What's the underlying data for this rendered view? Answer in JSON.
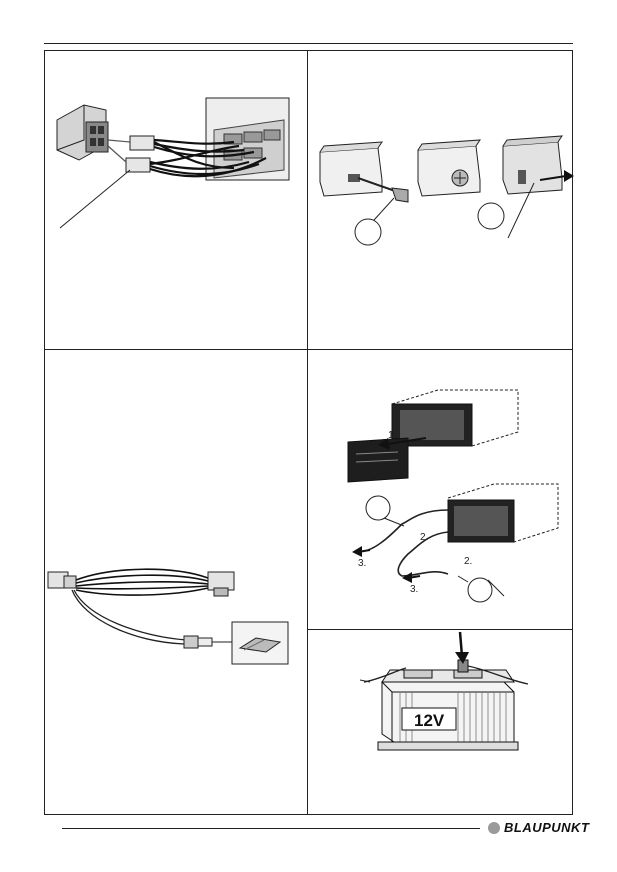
{
  "brand": {
    "name": "BLAUPUNKT",
    "dot_color": "#9a9a9a"
  },
  "figures": {
    "adapter_removal": {
      "step_labels": [
        "1.",
        "2.",
        "3.",
        "2.",
        "3."
      ]
    },
    "battery": {
      "voltage_label": "12V"
    }
  }
}
